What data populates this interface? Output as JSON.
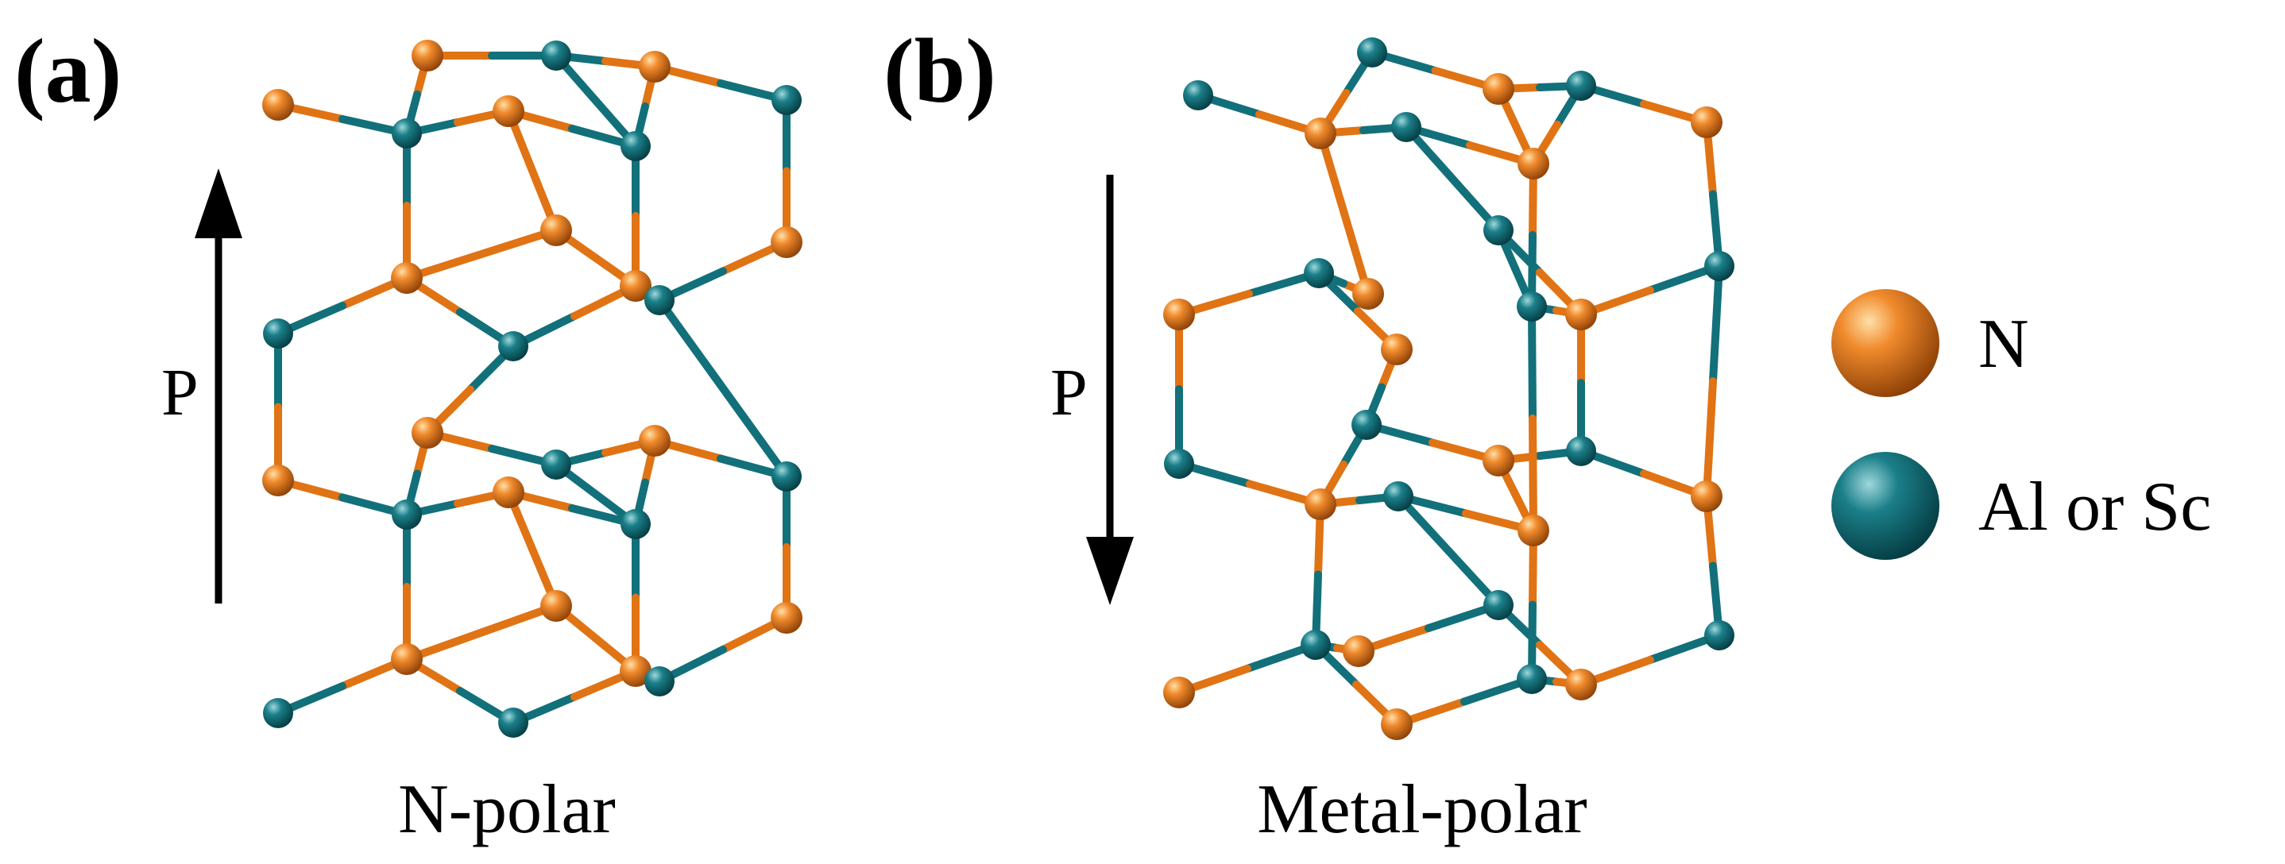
{
  "panels": [
    {
      "label": "(a)",
      "caption": "N-polar",
      "polarization_label": "P",
      "arrow_direction": "up"
    },
    {
      "label": "(b)",
      "caption": "Metal-polar",
      "polarization_label": "P",
      "arrow_direction": "down"
    }
  ],
  "legend": {
    "items": [
      {
        "label": "N",
        "color": "#e07314"
      },
      {
        "label": "Al or Sc",
        "color": "#12707a"
      }
    ]
  },
  "colors": {
    "n_atom": "#e07314",
    "metal_atom": "#12707a",
    "arrow": "#000000"
  }
}
